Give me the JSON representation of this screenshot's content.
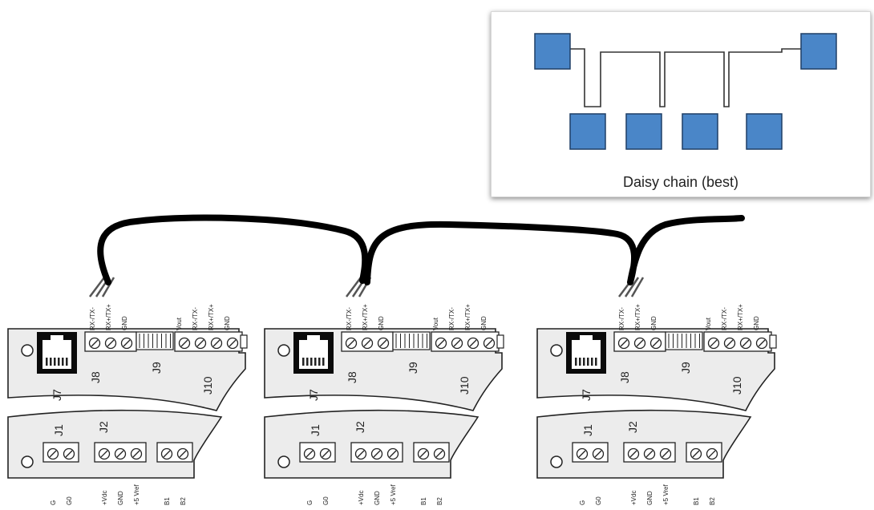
{
  "inset": {
    "caption": "Daisy chain (best)",
    "node_color": "#4a86c8"
  },
  "boards": [
    {
      "j8_pins": [
        "RX-/TX-",
        "RX+/TX+",
        "GND"
      ],
      "j10_pins": [
        "Vout",
        "RX-/TX-",
        "RX+/TX+",
        "GND"
      ],
      "labels": {
        "j7": "J7",
        "j8": "J8",
        "j9": "J9",
        "j10": "J10",
        "j1": "J1",
        "j2": "J2"
      },
      "bottom_pins": [
        "G",
        "G0",
        "+Vdc",
        "GND",
        "+5 Vref",
        "B1",
        "B2"
      ]
    },
    {
      "j8_pins": [
        "RX-/TX-",
        "RX+/TX+",
        "GND"
      ],
      "j10_pins": [
        "Vout",
        "RX-/TX-",
        "RX+/TX+",
        "GND"
      ],
      "labels": {
        "j7": "J7",
        "j8": "J8",
        "j9": "J9",
        "j10": "J10",
        "j1": "J1",
        "j2": "J2"
      },
      "bottom_pins": [
        "G",
        "G0",
        "+Vdc",
        "GND",
        "+5 Vref",
        "B1",
        "B2"
      ]
    },
    {
      "j8_pins": [
        "RX-/TX-",
        "RX+/TX+",
        "GND"
      ],
      "j10_pins": [
        "Vout",
        "RX-/TX-",
        "RX+/TX+",
        "GND"
      ],
      "labels": {
        "j7": "J7",
        "j8": "J8",
        "j9": "J9",
        "j10": "J10",
        "j1": "J1",
        "j2": "J2"
      },
      "bottom_pins": [
        "G",
        "G0",
        "+Vdc",
        "GND",
        "+5 Vref",
        "B1",
        "B2"
      ]
    }
  ]
}
